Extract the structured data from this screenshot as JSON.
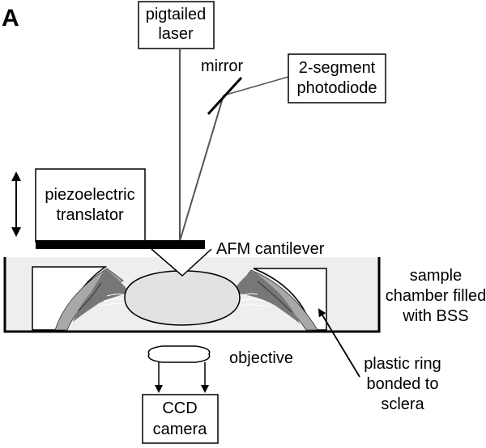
{
  "panel_label": "A",
  "labels": {
    "laser": [
      "pigtailed",
      "laser"
    ],
    "mirror": "mirror",
    "photodiode": [
      "2-segment",
      "photodiode"
    ],
    "piezo": [
      "piezoelectric",
      "translator"
    ],
    "cantilever": "AFM cantilever",
    "chamber": [
      "sample",
      "chamber filled",
      "with BSS"
    ],
    "objective": "objective",
    "ring": [
      "plastic ring",
      "bonded to",
      "sclera"
    ],
    "camera": [
      "CCD",
      "camera"
    ]
  },
  "colors": {
    "ink": "#000000",
    "bss_fill": "#eeeeee",
    "lens_fill": "#e2e2e2",
    "tissue_dark": "#777777",
    "tissue_mid": "#a8a8a8"
  }
}
